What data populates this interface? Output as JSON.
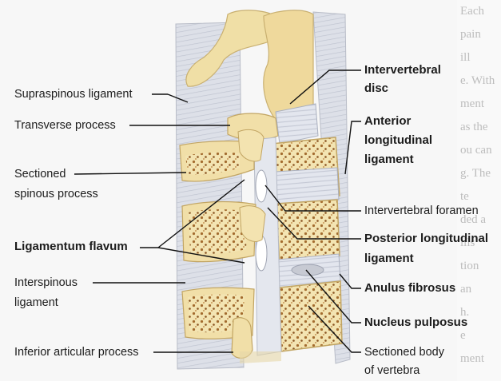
{
  "labels": {
    "supraspinous": "Supraspinous ligament",
    "transverse": "Transverse process",
    "sectioned_spinous": [
      "Sectioned",
      "spinous process"
    ],
    "ligamentum_flavum": "Ligamentum flavum",
    "interspinous": [
      "Interspinous",
      "ligament"
    ],
    "inferior_articular": "Inferior articular process",
    "intervertebral_disc": [
      "Intervertebral",
      "disc"
    ],
    "anterior_longitudinal": [
      "Anterior",
      "longitudinal",
      "ligament"
    ],
    "intervertebral_foramen": "Intervertebral foramen",
    "posterior_longitudinal": [
      "Posterior longitudinal",
      "ligament"
    ],
    "anulus_fibrosus": "Anulus fibrosus",
    "nucleus_pulposus": "Nucleus pulposus",
    "sectioned_body": [
      "Sectioned body",
      "of vertebra"
    ]
  },
  "colors": {
    "bone": "#f0dfa6",
    "ligament": "#d9dde6",
    "marrow": "#a36b2e",
    "leader": "#111111"
  }
}
